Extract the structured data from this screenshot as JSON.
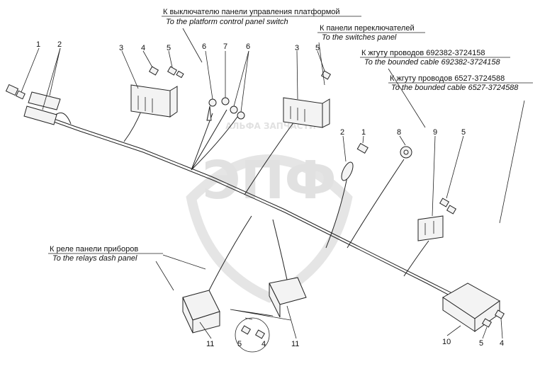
{
  "watermark": {
    "logo_text": "ЭПФ",
    "brand_text": "АЛЬФА ЗАПЧАСТИ"
  },
  "callouts": {
    "platform_switch": {
      "ru": "К выключателю панели управления платформой",
      "en": "To the platform control panel switch"
    },
    "switches_panel": {
      "ru": "К панели переключателей",
      "en": "To the switches panel"
    },
    "cable_692382": {
      "ru": "К жгуту проводов 692382-3724158",
      "en": "To the bounded cable 692382-3724158"
    },
    "cable_6527": {
      "ru": "К жгуту проводов 6527-3724588",
      "en": "To the bounded cable 6527-3724588"
    },
    "relays_panel": {
      "ru": "К реле панели приборов",
      "en": "To the relays dash panel"
    }
  },
  "part_numbers": {
    "n1_left": "1",
    "n2_left": "2",
    "n3_left": "3",
    "n4_top": "4",
    "n5_top": "5",
    "n6_a": "6",
    "n7": "7",
    "n6_b": "6",
    "n3_right": "3",
    "n5_right": "5",
    "n2_mid": "2",
    "n1_mid": "1",
    "n8": "8",
    "n9": "9",
    "n5_far": "5",
    "n11_left": "11",
    "n5_bottom": "5",
    "n4_bottom": "4",
    "n11_mid": "11",
    "n10": "10",
    "n5_br": "5",
    "n4_br": "4"
  }
}
